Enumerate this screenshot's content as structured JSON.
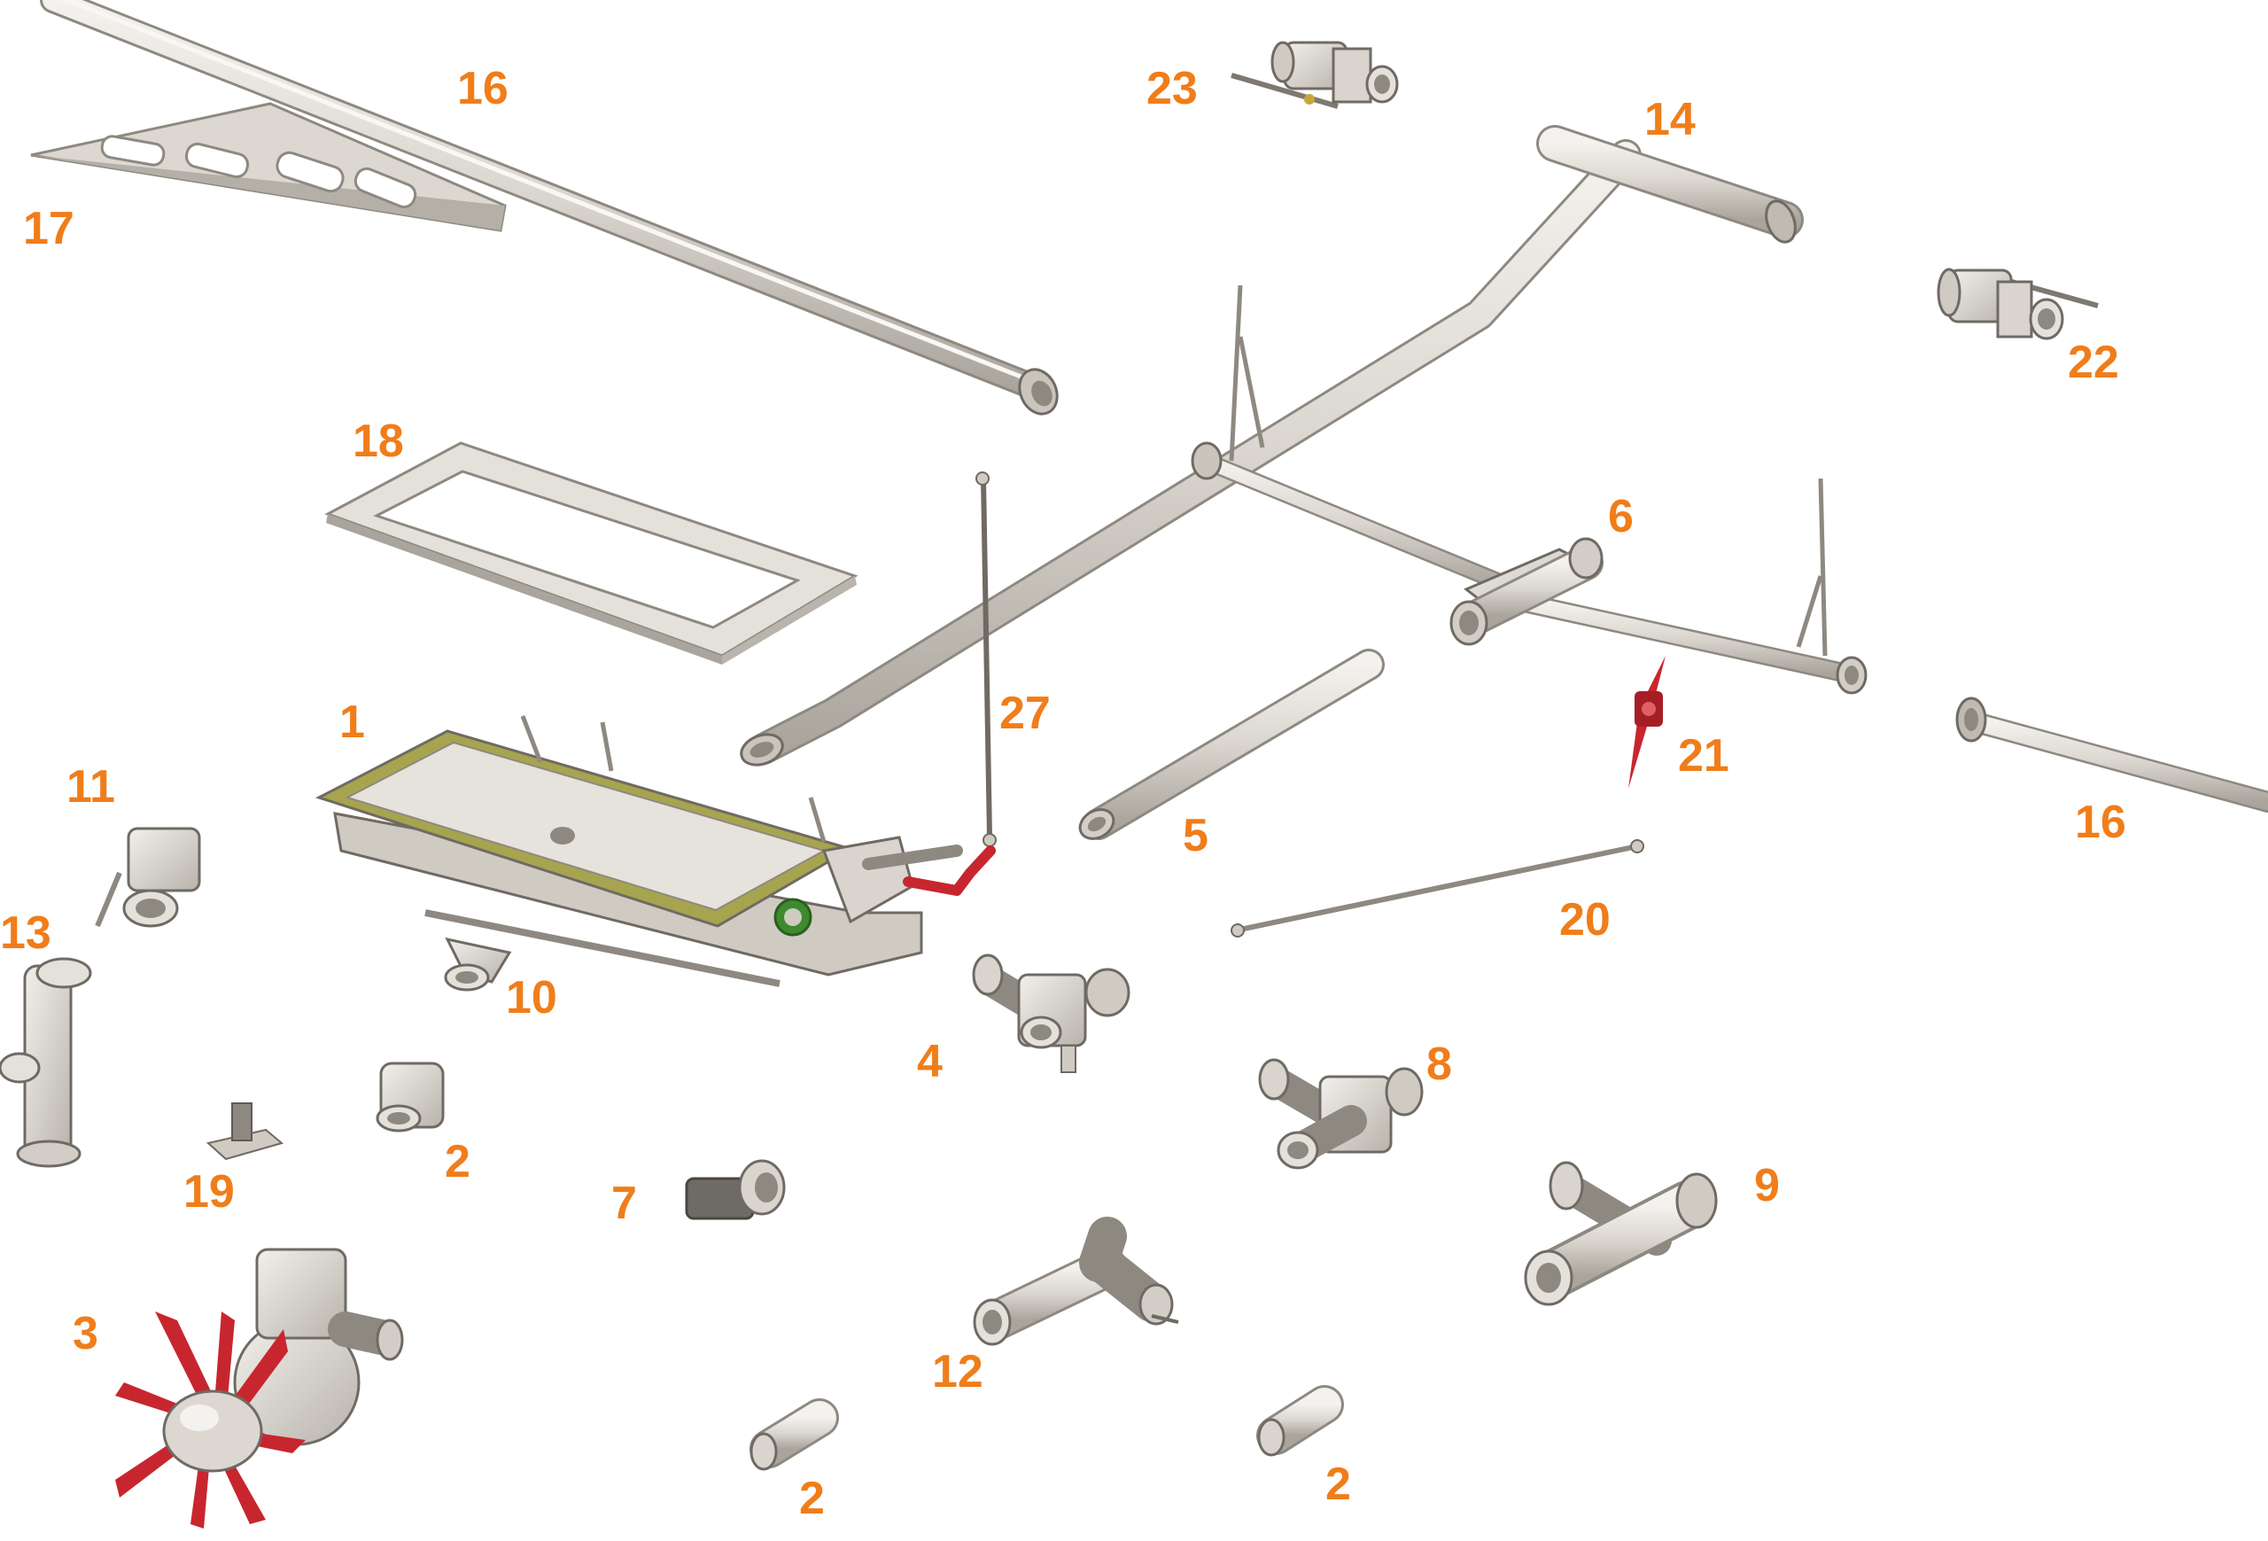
{
  "colors": {
    "label": "#F07D1A",
    "metal_light": "#E9E6E0",
    "metal_mid": "#CFCAC2",
    "metal_dark": "#9C978F",
    "outline": "#6F6A63",
    "accent_red": "#C8262E",
    "gasket_olive": "#A7A44F",
    "gasket_green": "#3E8A2E"
  },
  "labels": {
    "p1": "1",
    "p2a": "2",
    "p2b": "2",
    "p2c": "2",
    "p3": "3",
    "p4": "4",
    "p5": "5",
    "p6": "6",
    "p7": "7",
    "p8": "8",
    "p9": "9",
    "p10": "10",
    "p11": "11",
    "p12": "12",
    "p13": "13",
    "p14": "14",
    "p16a": "16",
    "p16b": "16",
    "p17": "17",
    "p18": "18",
    "p19": "19",
    "p20": "20",
    "p21": "21",
    "p22": "22",
    "p23": "23",
    "p27": "27"
  }
}
